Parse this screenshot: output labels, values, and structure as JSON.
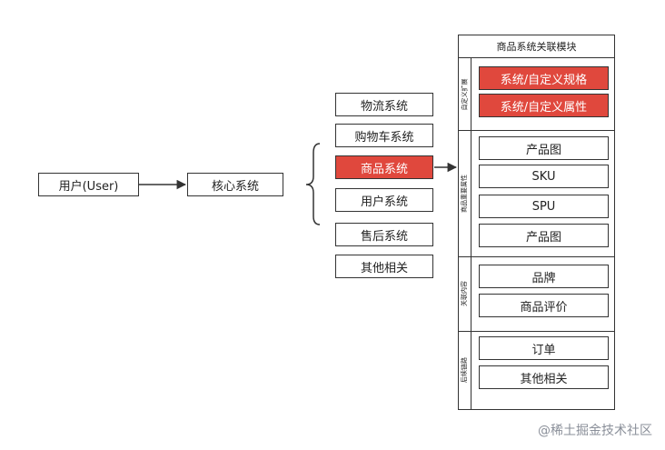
{
  "user_node": "用户(User)",
  "core_node": "核心系统",
  "subsystems": [
    "物流系统",
    "购物车系统",
    "商品系统",
    "用户系统",
    "售后系统",
    "其他相关"
  ],
  "highlighted_subsystem_index": 2,
  "panel": {
    "title": "商品系统关联模块",
    "sections": [
      {
        "label": "自定义扩展",
        "items": [
          "系统/自定义规格",
          "系统/自定义属性"
        ],
        "highlight": true
      },
      {
        "label": "商品重要属性",
        "items": [
          "产品图",
          "SKU",
          "SPU",
          "产品图"
        ],
        "highlight": false
      },
      {
        "label": "关联内容",
        "items": [
          "品牌",
          "商品评价"
        ],
        "highlight": false
      },
      {
        "label": "后续链路",
        "items": [
          "订单",
          "其他相关"
        ],
        "highlight": false
      }
    ]
  },
  "colors": {
    "highlight": "#e0483d",
    "stroke": "#333333"
  },
  "watermark": "@稀土掘金技术社区"
}
